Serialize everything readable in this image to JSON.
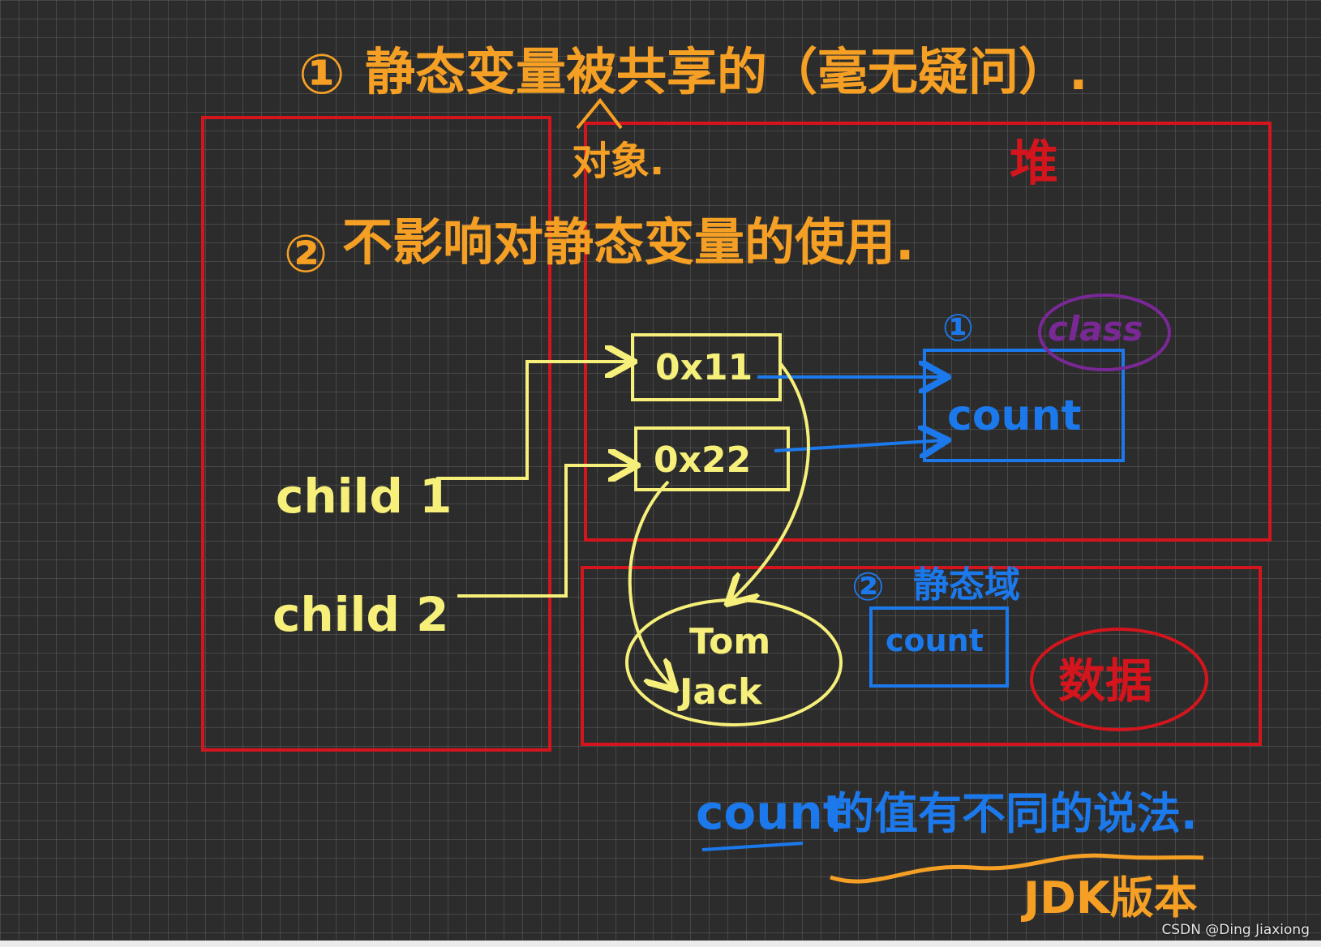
{
  "colors": {
    "red": "#d4151d",
    "orange": "#f5a024",
    "yellow": "#f6f07a",
    "blue": "#1c79ec",
    "purple": "#7a2896"
  },
  "notes": {
    "note1_marker": "①",
    "note1": "静态变量被共享的（毫无疑问）.",
    "note1_insert": "对象.",
    "note2_marker": "②",
    "note2": "不影响对静态变量的使用."
  },
  "heap": {
    "label": "堆"
  },
  "stack": {
    "child1": "child 1",
    "child2": "child 2"
  },
  "objects": {
    "obj1": "0x11",
    "obj2": "0x22"
  },
  "class_block": {
    "marker": "①",
    "tag": "class",
    "field": "count"
  },
  "static_area": {
    "marker": "②",
    "label": "静态域",
    "field": "count"
  },
  "string_pool": {
    "line1": "Tom",
    "line2": "Jack"
  },
  "data_label": "数据",
  "footer": {
    "count_word": "count",
    "statement": "的值有不同的说法.",
    "jdk_note": "JDK版本"
  },
  "watermark": "CSDN @Ding Jiaxiong"
}
